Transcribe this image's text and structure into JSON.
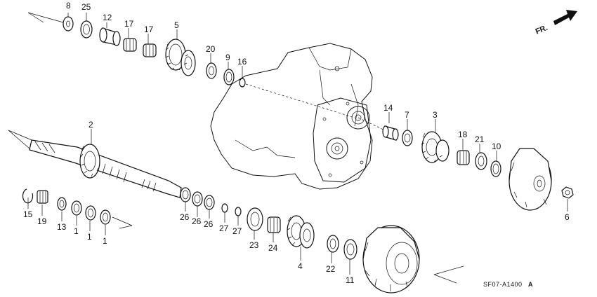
{
  "diagram": {
    "drawing_code": "SF07-A1400",
    "revision_mark": "A",
    "direction_label": "FR.",
    "callouts": [
      {
        "id": "c8",
        "label": "8"
      },
      {
        "id": "c25",
        "label": "25"
      },
      {
        "id": "c12",
        "label": "12"
      },
      {
        "id": "c17a",
        "label": "17"
      },
      {
        "id": "c17b",
        "label": "17"
      },
      {
        "id": "c5",
        "label": "5"
      },
      {
        "id": "c20",
        "label": "20"
      },
      {
        "id": "c9",
        "label": "9"
      },
      {
        "id": "c16",
        "label": "16"
      },
      {
        "id": "c14",
        "label": "14"
      },
      {
        "id": "c7",
        "label": "7"
      },
      {
        "id": "c3",
        "label": "3"
      },
      {
        "id": "c18",
        "label": "18"
      },
      {
        "id": "c21",
        "label": "21"
      },
      {
        "id": "c10",
        "label": "10"
      },
      {
        "id": "c2",
        "label": "2"
      },
      {
        "id": "c6",
        "label": "6"
      },
      {
        "id": "c15",
        "label": "15"
      },
      {
        "id": "c19",
        "label": "19"
      },
      {
        "id": "c13",
        "label": "13"
      },
      {
        "id": "c1a",
        "label": "1"
      },
      {
        "id": "c1b",
        "label": "1"
      },
      {
        "id": "c1c",
        "label": "1"
      },
      {
        "id": "c26a",
        "label": "26"
      },
      {
        "id": "c26b",
        "label": "26"
      },
      {
        "id": "c26c",
        "label": "26"
      },
      {
        "id": "c27a",
        "label": "27"
      },
      {
        "id": "c27b",
        "label": "27"
      },
      {
        "id": "c23",
        "label": "23"
      },
      {
        "id": "c24",
        "label": "24"
      },
      {
        "id": "c4",
        "label": "4"
      },
      {
        "id": "c22",
        "label": "22"
      },
      {
        "id": "c11",
        "label": "11"
      }
    ]
  }
}
